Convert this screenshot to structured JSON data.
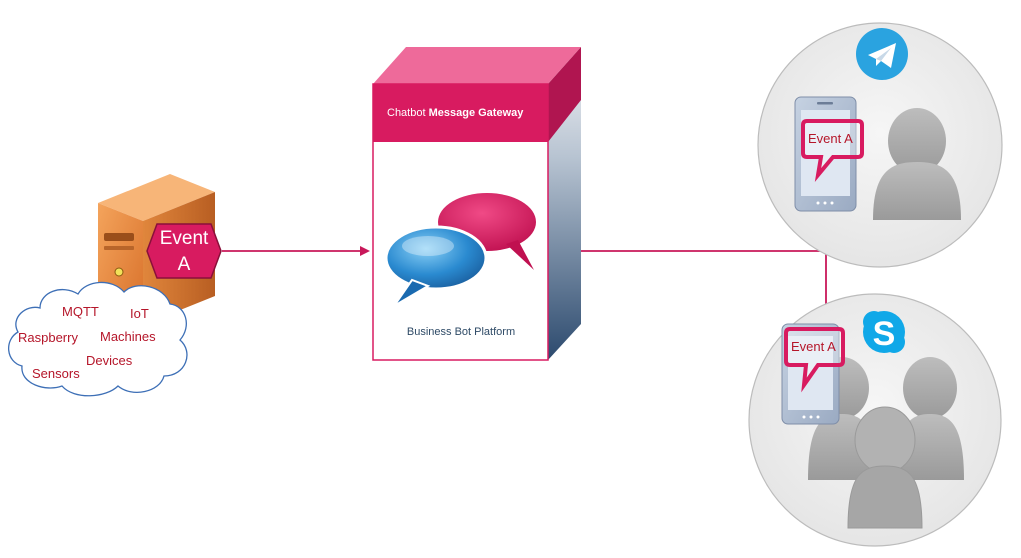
{
  "colors": {
    "accent": "#d81b60",
    "line": "#c8185a",
    "server_orange": "#e8873a",
    "bubble_blue": "#2a8ad0",
    "circle_bg": "#ebebeb",
    "person_gray": "#a8a8a8",
    "telegram": "#2aa3e0",
    "skype": "#10a8e8"
  },
  "server": {
    "event_label_line1": "Event",
    "event_label_line2": "A"
  },
  "cloud": {
    "labels": [
      "MQTT",
      "IoT",
      "Raspberry",
      "Machines",
      "Devices",
      "Sensors"
    ]
  },
  "gateway": {
    "title_prefix": "Chatbot ",
    "title_bold": "Message Gateway",
    "platform_label": "Business Bot Platform"
  },
  "telegram_group": {
    "icon": "telegram-icon",
    "phone_message": "Event A"
  },
  "skype_group": {
    "icon": "skype-icon",
    "phone_message": "Event A"
  }
}
